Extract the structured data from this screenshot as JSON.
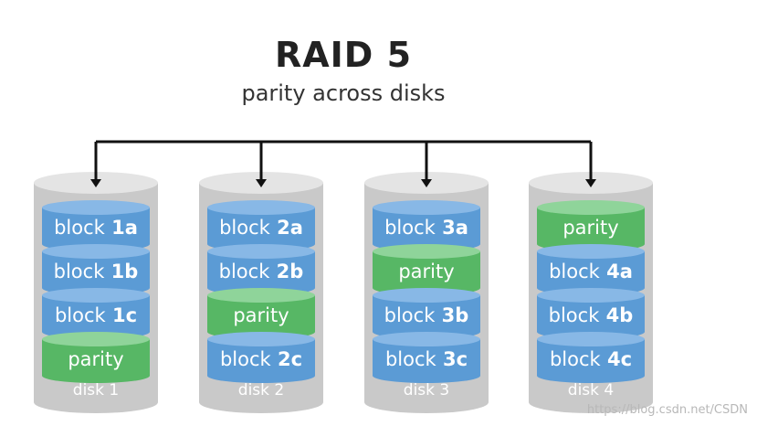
{
  "title": "RAID 5",
  "subtitle": "parity across disks",
  "colors": {
    "data_block": "#5b9bd5",
    "data_top": "#88b8e6",
    "parity_block": "#57b765",
    "parity_top": "#8fd49a",
    "disk_body": "#c9c9c9",
    "disk_top": "#e4e4e4",
    "line": "#111111"
  },
  "disks": [
    {
      "label": "disk 1",
      "blocks": [
        {
          "kind": "data",
          "prefix": "block",
          "id": "1a"
        },
        {
          "kind": "data",
          "prefix": "block",
          "id": "1b"
        },
        {
          "kind": "data",
          "prefix": "block",
          "id": "1c"
        },
        {
          "kind": "parity",
          "prefix": "parity",
          "id": ""
        }
      ]
    },
    {
      "label": "disk 2",
      "blocks": [
        {
          "kind": "data",
          "prefix": "block",
          "id": "2a"
        },
        {
          "kind": "data",
          "prefix": "block",
          "id": "2b"
        },
        {
          "kind": "parity",
          "prefix": "parity",
          "id": ""
        },
        {
          "kind": "data",
          "prefix": "block",
          "id": "2c"
        }
      ]
    },
    {
      "label": "disk 3",
      "blocks": [
        {
          "kind": "data",
          "prefix": "block",
          "id": "3a"
        },
        {
          "kind": "parity",
          "prefix": "parity",
          "id": ""
        },
        {
          "kind": "data",
          "prefix": "block",
          "id": "3b"
        },
        {
          "kind": "data",
          "prefix": "block",
          "id": "3c"
        }
      ]
    },
    {
      "label": "disk 4",
      "blocks": [
        {
          "kind": "parity",
          "prefix": "parity",
          "id": ""
        },
        {
          "kind": "data",
          "prefix": "block",
          "id": "4a"
        },
        {
          "kind": "data",
          "prefix": "block",
          "id": "4b"
        },
        {
          "kind": "data",
          "prefix": "block",
          "id": "4c"
        }
      ]
    }
  ],
  "watermark": "https://blog.csdn.net/CSDN"
}
